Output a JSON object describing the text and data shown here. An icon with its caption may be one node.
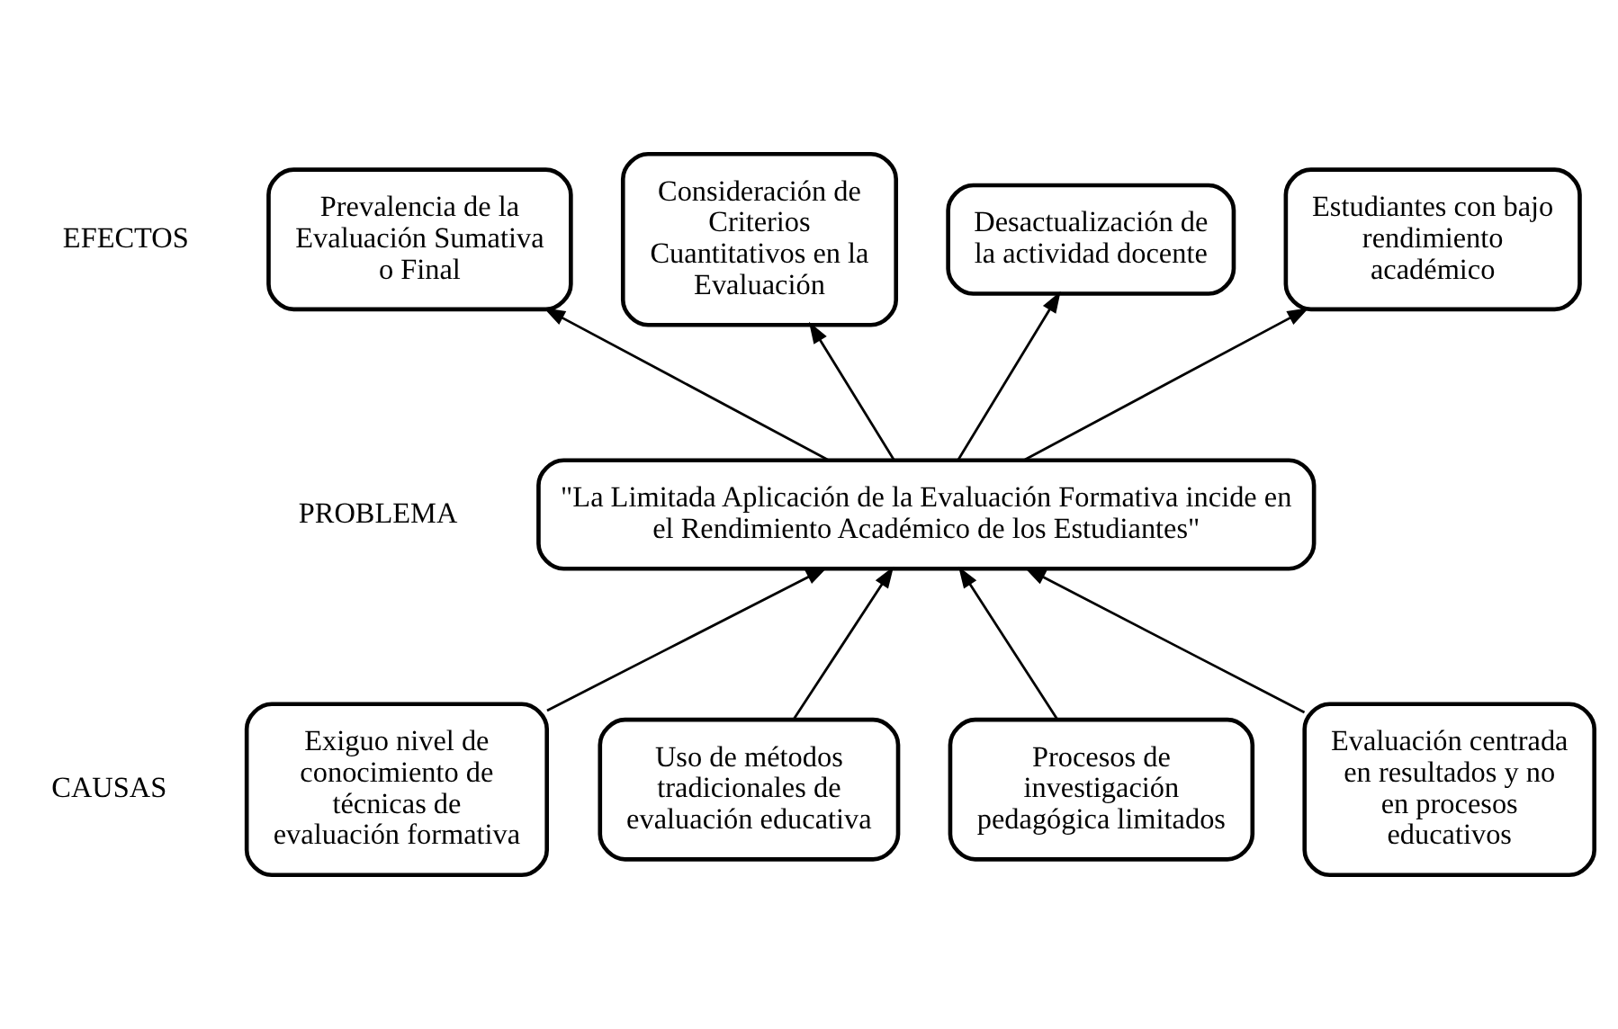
{
  "diagram": {
    "nodes": [
      {
        "text": [
          "Prevalencia de la Evaluación Sumativa o Final"
        ]
      },
      {
        "text": [
          "Consideración de Criterios Cuantitativos en la Evaluación"
        ]
      },
      {
        "text": [
          "Desactualización de la actividad docente"
        ]
      },
      {
        "text": [
          "Estudiantes con bajo rendimiento académico"
        ]
      },
      {
        "text": [
          "\"La Limitada Aplicación de la Evaluación Formativa incide en el Rendimiento Académico de los Estudiantes\""
        ]
      },
      {
        "text": [
          "Exiguo nivel de conocimiento de técnicas de evaluación formativa"
        ]
      },
      {
        "text": [
          "Uso de métodos tradicionales de evaluación educativa"
        ]
      },
      {
        "text": [
          "Procesos de investigación pedagógica limitados"
        ]
      },
      {
        "text": [
          "Evaluación centrada en resultados y no en procesos educativos"
        ]
      }
    ],
    "edges": [
      {
        "from": 4,
        "to": 0,
        "arrow": "to"
      },
      {
        "from": 4,
        "to": 1,
        "arrow": "to"
      },
      {
        "from": 4,
        "to": 2,
        "arrow": "to"
      },
      {
        "from": 4,
        "to": 3,
        "arrow": "to"
      },
      {
        "from": 5,
        "to": 4,
        "arrow": "to"
      },
      {
        "from": 6,
        "to": 4,
        "arrow": "to"
      },
      {
        "from": 7,
        "to": 4,
        "arrow": "to"
      },
      {
        "from": 8,
        "to": 4,
        "arrow": "to"
      }
    ],
    "labels": [
      "EFECTOS",
      "PROBLEMA",
      "CAUSAS"
    ]
  }
}
